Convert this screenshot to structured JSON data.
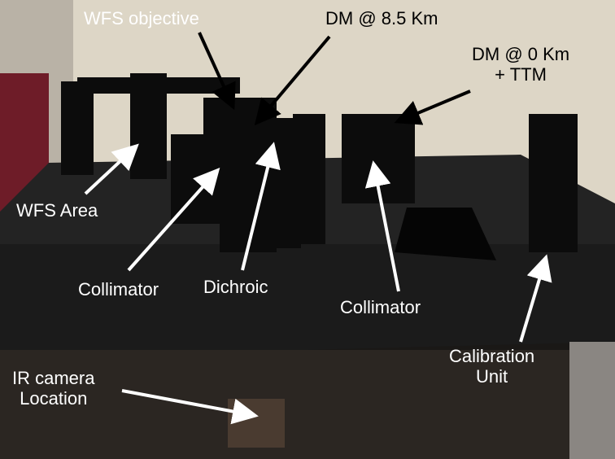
{
  "labels": {
    "wfs_objective": "WFS objective",
    "dm_85": "DM @ 8.5 Km",
    "dm_0_line1": "DM @ 0 Km",
    "dm_0_line2": "+ TTM",
    "wfs_area": "WFS Area",
    "collimator_left": "Collimator",
    "dichroic": "Dichroic",
    "collimator_right": "Collimator",
    "calibration_line1": "Calibration",
    "calibration_line2": "Unit",
    "ir_line1": "IR camera",
    "ir_line2": "Location"
  }
}
